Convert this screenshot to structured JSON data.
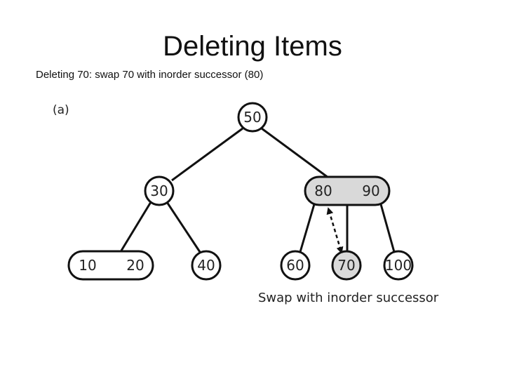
{
  "slide": {
    "title": "Deleting Items",
    "subtitle": "Deleting 70: swap 70 with inorder successor (80)"
  },
  "diagram": {
    "panel_label": "(a)",
    "caption": "Swap with inorder successor",
    "nodes": {
      "root": {
        "values": [
          "50"
        ],
        "highlighted": false
      },
      "left_child": {
        "values": [
          "30"
        ],
        "highlighted": false
      },
      "right_child": {
        "values": [
          "80",
          "90"
        ],
        "highlighted": true
      },
      "leaf_1": {
        "values": [
          "10",
          "20"
        ],
        "highlighted": false
      },
      "leaf_2": {
        "values": [
          "40"
        ],
        "highlighted": false
      },
      "leaf_3": {
        "values": [
          "60"
        ],
        "highlighted": false
      },
      "leaf_4": {
        "values": [
          "70"
        ],
        "highlighted": true
      },
      "leaf_5": {
        "values": [
          "100"
        ],
        "highlighted": false
      }
    },
    "colors": {
      "highlight_fill": "#d9d9d9",
      "node_fill": "#ffffff",
      "stroke": "#111111"
    }
  }
}
